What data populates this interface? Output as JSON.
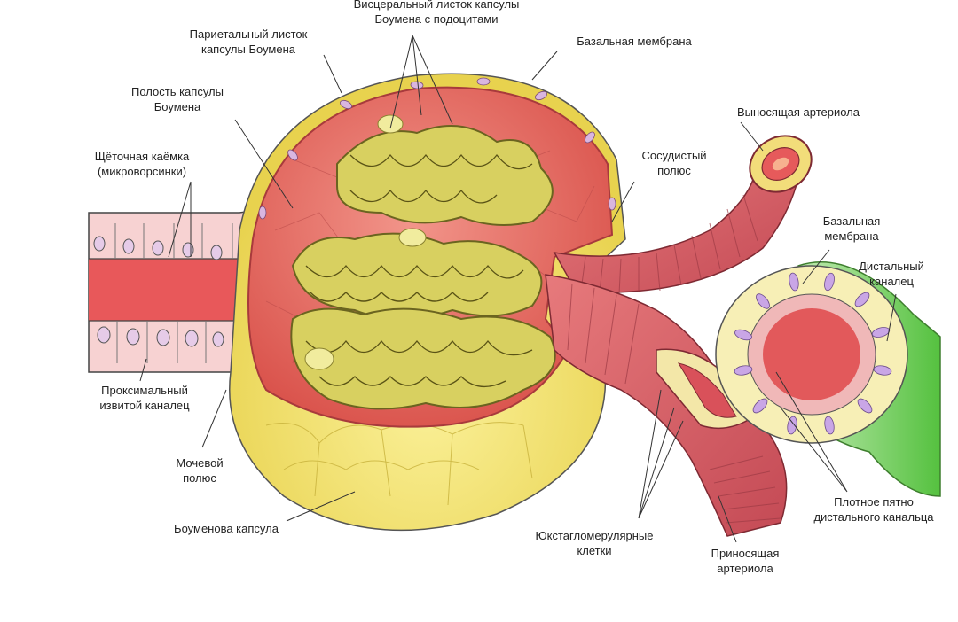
{
  "labels": {
    "visceral": "Висцеральный листок капсулы\nБоумена с подоцитами",
    "parietal": "Париетальный листок\nкапсулы Боумена",
    "basal_top": "Базальная мембрана",
    "cavity": "Полость капсулы\nБоумена",
    "brush": "Щёточная каёмка\n(микроворсинки)",
    "efferent": "Выносящая артериола",
    "vascular_pole": "Сосудистый\nполюс",
    "basal_right": "Базальная\nмембрана",
    "distal": "Дистальный\nканалец",
    "proximal": "Проксимальный\nизвитой каналец",
    "urinary_pole": "Мочевой\nполюс",
    "bowman": "Боуменова капсула",
    "jg_cells": "Юкстагломерулярные\nклетки",
    "macula": "Плотное пятно\nдистального канальца",
    "afferent": "Приносящая\nартериола"
  },
  "colors": {
    "capsule_yellow": "#f3e36a",
    "cavity_red": "#e86a5e",
    "glomerulus": "#c9c247",
    "vessel": "#d9656b",
    "tubule_pink": "#f3c5c5",
    "distal_green": "#7fd36a",
    "lines": "#333333"
  }
}
